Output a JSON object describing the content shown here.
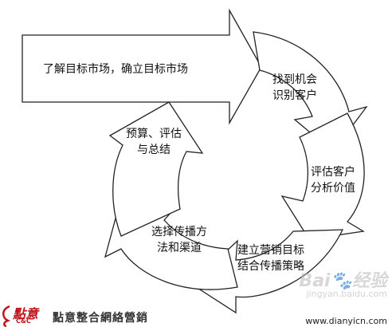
{
  "steps": [
    {
      "lines": [
        "了解目标市场，确立目标市场"
      ]
    },
    {
      "lines": [
        "找到机会",
        "识别客户"
      ]
    },
    {
      "lines": [
        "评估客户",
        "分析价值"
      ]
    },
    {
      "lines": [
        "建立营销目标",
        "结合传播策略"
      ]
    },
    {
      "lines": [
        "选择传播方",
        "法和渠道"
      ]
    },
    {
      "lines": [
        "预算、评估",
        "与总结"
      ]
    }
  ],
  "footer": {
    "logo_mark": "點意",
    "logo_sub": "C&C",
    "company": "點意整合網絡營銷",
    "site_url": "www.dianyicn.com"
  },
  "watermark": {
    "brand": "Bai",
    "brand_suffix": "经验",
    "url": "jingyan.baidu.com"
  },
  "colors": {
    "stroke": "#222222",
    "arrow_fill": "#ffffff",
    "logo": "#c0141a"
  }
}
